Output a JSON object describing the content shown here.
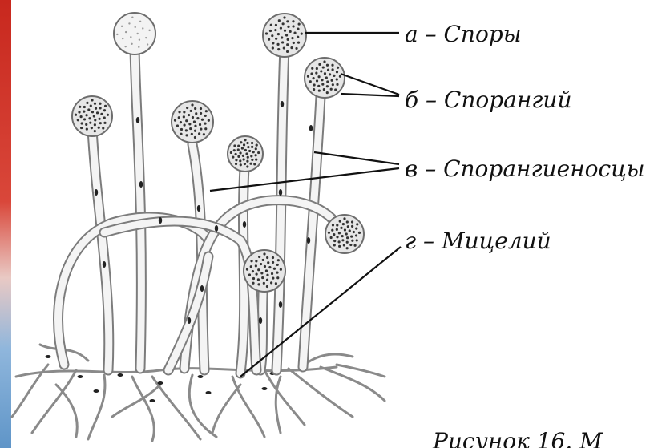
{
  "labels": {
    "a": "а – Споры",
    "b": "б – Спорангий",
    "v": "в – Спорангиеносцы",
    "g": "г – Мицелий"
  },
  "caption": "Рисунок 16. М",
  "colors": {
    "edge_red": "#c8281e",
    "edge_blue": "#5f95c8",
    "hypha_fill": "#f4f4f4",
    "hypha_stroke": "#7c7c7c",
    "sporangium_fill": "#e6e6e6",
    "spore_dot": "#333333",
    "leader_line": "#111111"
  }
}
